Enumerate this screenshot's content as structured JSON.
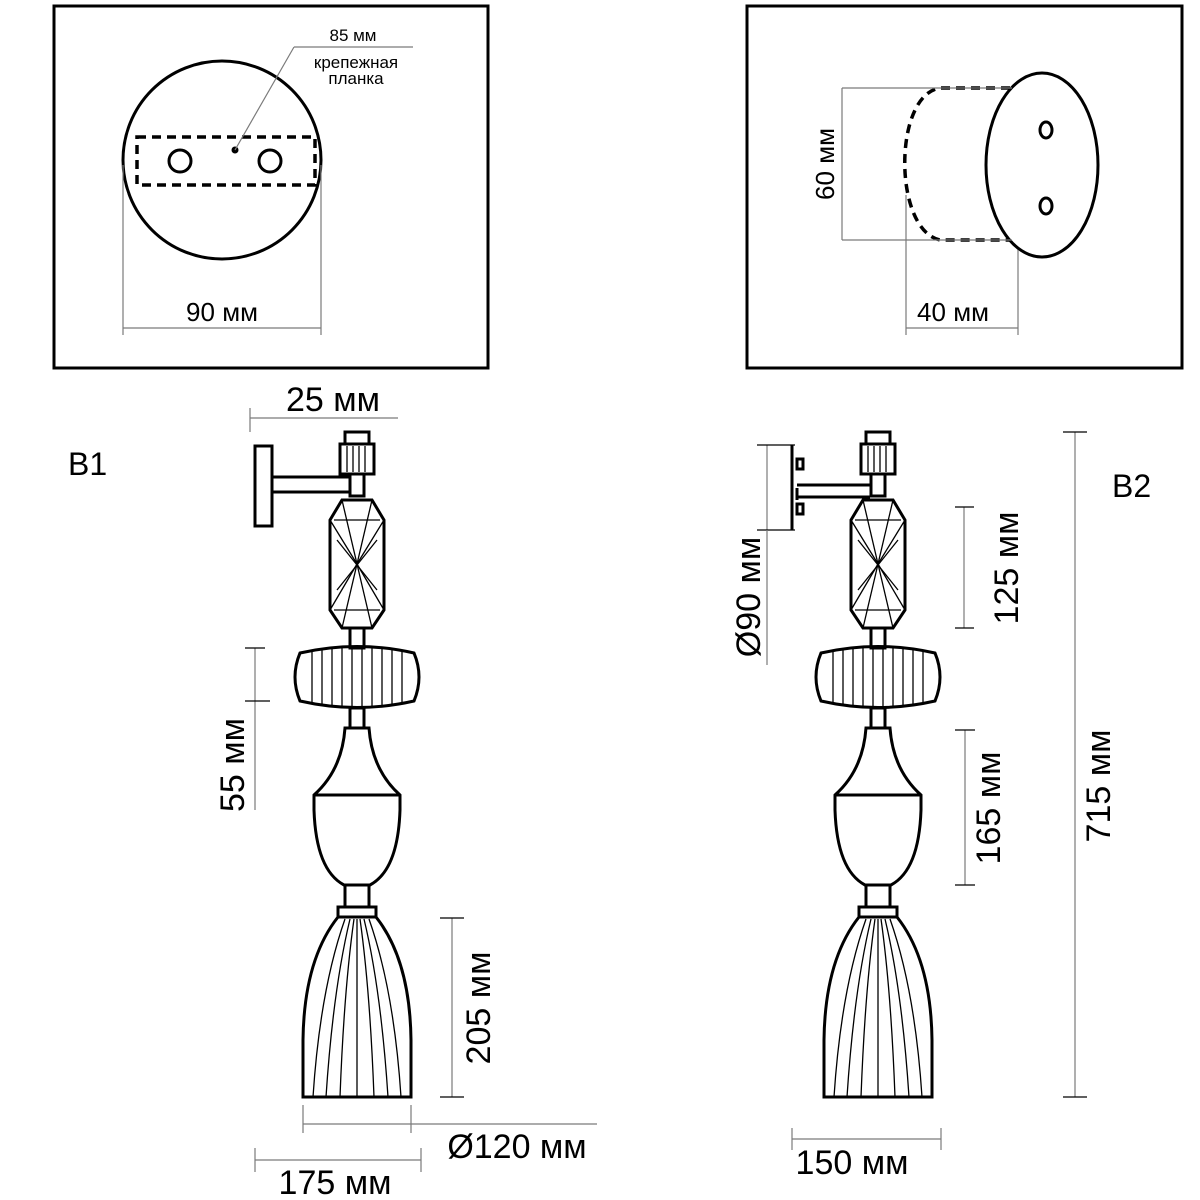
{
  "top_left": {
    "dim_width": "90 мм",
    "dim_plate": "85 мм",
    "plate_label_line1": "крепежная",
    "plate_label_line2": "планка"
  },
  "top_right": {
    "dim_height": "60 мм",
    "dim_depth": "40 мм"
  },
  "b1": {
    "ref": "В1",
    "dim_arm": "25 мм",
    "dim_ring": "55 мм",
    "dim_shade": "205 мм",
    "dim_diameter": "Ø120 мм",
    "dim_projection": "175 мм"
  },
  "b2": {
    "ref": "В2",
    "dim_base": "Ø90 мм",
    "dim_crystal": "125 мм",
    "dim_vase": "165 мм",
    "dim_total": "715 мм",
    "dim_width": "150 мм"
  }
}
